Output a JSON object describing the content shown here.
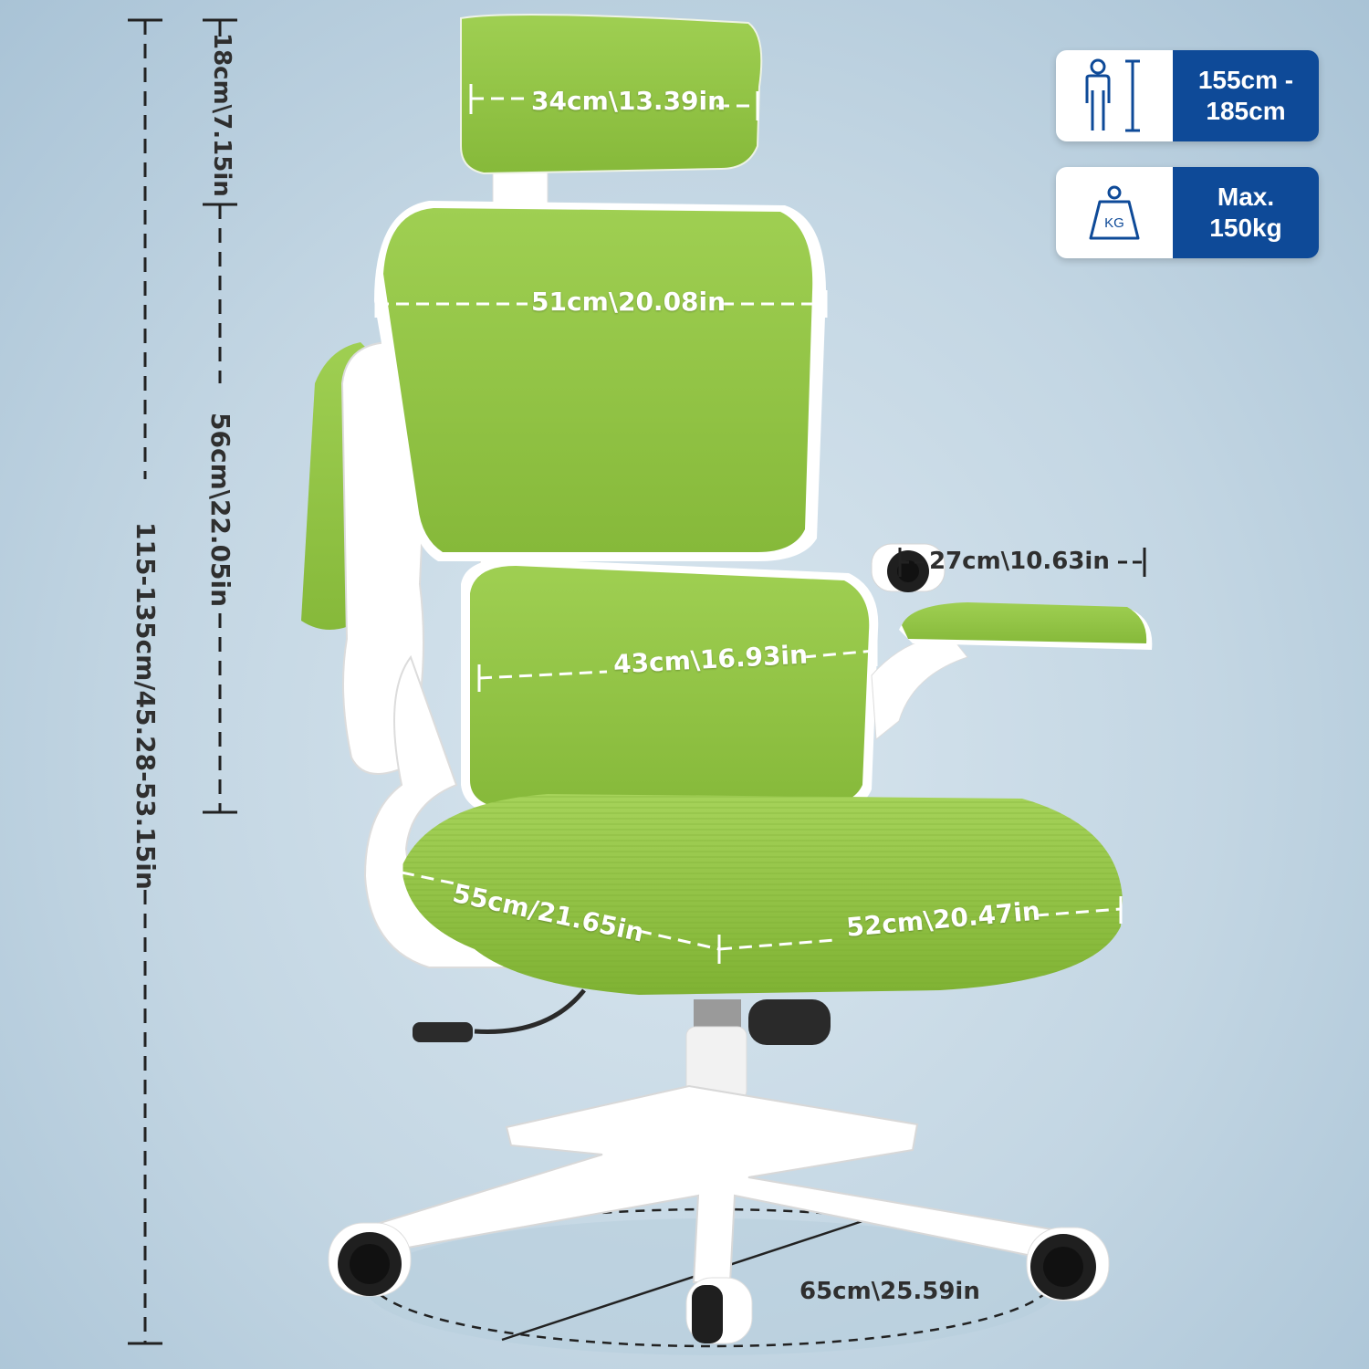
{
  "dimensions": {
    "headrest_height": "18cm\\7.15in",
    "total_height": "115-135cm/45.28-53.15in",
    "backrest_height": "56cm\\22.05in",
    "headrest_width": "34cm\\13.39in",
    "backrest_width": "51cm\\20.08in",
    "lumbar_width": "43cm\\16.93in",
    "armrest_length": "27cm\\10.63in",
    "seat_depth": "55cm/21.65in",
    "seat_width": "52cm\\20.47in",
    "base_diameter": "65cm\\25.59in"
  },
  "badges": {
    "height": {
      "icon": "person-height-icon",
      "line1": "155cm -",
      "line2": "185cm"
    },
    "weight": {
      "icon": "kg-weight-icon",
      "line1": "Max.",
      "line2": "150kg"
    }
  },
  "colors": {
    "mesh_green": "#8fc33f",
    "frame_white": "#ffffff",
    "badge_blue": "#0e4a98"
  }
}
